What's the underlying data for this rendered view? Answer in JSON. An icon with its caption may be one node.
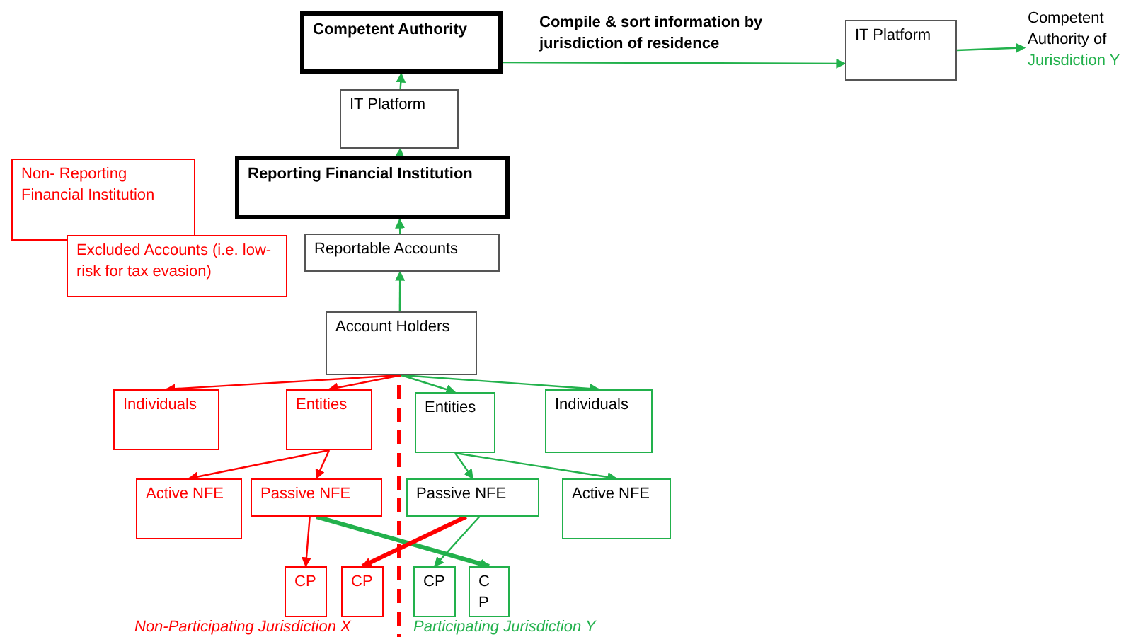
{
  "diagram": {
    "nodes": [
      {
        "text": [
          "Competent Authority"
        ]
      },
      {
        "text": [
          "IT Platform"
        ]
      },
      {
        "text": [
          "Competent Authority of",
          "Jurisdiction Y"
        ]
      },
      {
        "text": [
          "IT Platform"
        ]
      },
      {
        "text": [
          "Reporting Financial Institution"
        ]
      },
      {
        "text": [
          "Non- Reporting Financial Institution"
        ]
      },
      {
        "text": [
          "Excluded Accounts (i.e. low-risk for tax evasion)"
        ]
      },
      {
        "text": [
          "Reportable Accounts"
        ]
      },
      {
        "text": [
          "Account Holders"
        ]
      },
      {
        "text": [
          "Individuals"
        ]
      },
      {
        "text": [
          "Entities"
        ]
      },
      {
        "text": [
          "Entities"
        ]
      },
      {
        "text": [
          "Individuals"
        ]
      },
      {
        "text": [
          "Active NFE"
        ]
      },
      {
        "text": [
          "Passive NFE"
        ]
      },
      {
        "text": [
          "Passive NFE"
        ]
      },
      {
        "text": [
          "Active NFE"
        ]
      },
      {
        "text": [
          "CP"
        ]
      },
      {
        "text": [
          "CP"
        ]
      },
      {
        "text": [
          "CP"
        ]
      },
      {
        "text": [
          "CP"
        ]
      }
    ],
    "edges": [
      {
        "from": 7,
        "to": 4,
        "arrow": "to"
      },
      {
        "from": 4,
        "to": 3,
        "arrow": "to"
      },
      {
        "from": 3,
        "to": 0,
        "arrow": "to"
      },
      {
        "from": 0,
        "to": 1,
        "arrow": "to",
        "label": "Compile & sort information by jurisdiction of residence"
      },
      {
        "from": 1,
        "to": 2,
        "arrow": "to"
      },
      {
        "from": 8,
        "to": 7,
        "arrow": "to"
      },
      {
        "from": 8,
        "to": 9,
        "arrow": "to",
        "color": "#ff0000"
      },
      {
        "from": 8,
        "to": 10,
        "arrow": "to",
        "color": "#ff0000"
      },
      {
        "from": 8,
        "to": 11,
        "arrow": "to"
      },
      {
        "from": 8,
        "to": 12,
        "arrow": "to"
      },
      {
        "from": 10,
        "to": 13,
        "arrow": "to",
        "color": "#ff0000"
      },
      {
        "from": 10,
        "to": 14,
        "arrow": "to",
        "color": "#ff0000"
      },
      {
        "from": 11,
        "to": 15,
        "arrow": "to"
      },
      {
        "from": 11,
        "to": 16,
        "arrow": "to"
      },
      {
        "from": 14,
        "to": 17,
        "arrow": "to",
        "color": "#ff0000"
      },
      {
        "from": 14,
        "to": 20,
        "arrow": "to",
        "style": "thick"
      },
      {
        "from": 15,
        "to": 18,
        "arrow": "to",
        "style": "thick",
        "color": "#ff0000"
      },
      {
        "from": 15,
        "to": 19,
        "arrow": "to"
      }
    ],
    "labels": [
      "Non-Participating Jurisdiction X",
      "Participating Jurisdiction Y"
    ]
  }
}
